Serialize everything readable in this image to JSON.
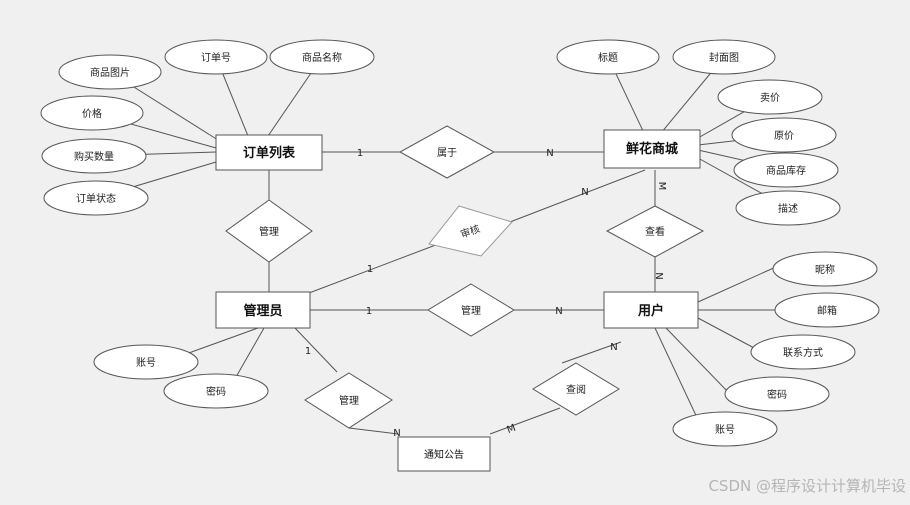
{
  "diagram": {
    "entities": [
      {
        "id": "order_list",
        "label": "订单列表"
      },
      {
        "id": "flower_mall",
        "label": "鲜花商城"
      },
      {
        "id": "admin",
        "label": "管理员"
      },
      {
        "id": "user",
        "label": "用户"
      },
      {
        "id": "notice",
        "label": "通知公告"
      }
    ],
    "attributes": [
      {
        "label": "商品图片",
        "of": "order_list"
      },
      {
        "label": "订单号",
        "of": "order_list"
      },
      {
        "label": "商品名称",
        "of": "order_list"
      },
      {
        "label": "价格",
        "of": "order_list"
      },
      {
        "label": "购买数量",
        "of": "order_list"
      },
      {
        "label": "订单状态",
        "of": "order_list"
      },
      {
        "label": "标题",
        "of": "flower_mall"
      },
      {
        "label": "封面图",
        "of": "flower_mall"
      },
      {
        "label": "卖价",
        "of": "flower_mall"
      },
      {
        "label": "原价",
        "of": "flower_mall"
      },
      {
        "label": "商品库存",
        "of": "flower_mall"
      },
      {
        "label": "描述",
        "of": "flower_mall"
      },
      {
        "label": "账号",
        "of": "admin"
      },
      {
        "label": "密码",
        "of": "admin"
      },
      {
        "label": "昵称",
        "of": "user"
      },
      {
        "label": "邮箱",
        "of": "user"
      },
      {
        "label": "联系方式",
        "of": "user"
      },
      {
        "label": "密码",
        "of": "user"
      },
      {
        "label": "账号",
        "of": "user"
      }
    ],
    "relationships": [
      {
        "label": "属于",
        "from": "order_list",
        "to": "flower_mall",
        "from_card": "1",
        "to_card": "N"
      },
      {
        "label": "管理",
        "from": "admin",
        "to": "order_list",
        "from_card": "",
        "to_card": ""
      },
      {
        "label": "审核",
        "from": "admin",
        "to": "flower_mall",
        "from_card": "1",
        "to_card": "N"
      },
      {
        "label": "查看",
        "from": "user",
        "to": "flower_mall",
        "from_card": "N",
        "to_card": "M"
      },
      {
        "label": "管理",
        "from": "admin",
        "to": "user",
        "from_card": "1",
        "to_card": "N"
      },
      {
        "label": "管理",
        "from": "admin",
        "to": "notice",
        "from_card": "1",
        "to_card": "N"
      },
      {
        "label": "查阅",
        "from": "user",
        "to": "notice",
        "from_card": "N",
        "to_card": "M"
      }
    ]
  },
  "watermark": "CSDN @程序设计计算机毕设"
}
